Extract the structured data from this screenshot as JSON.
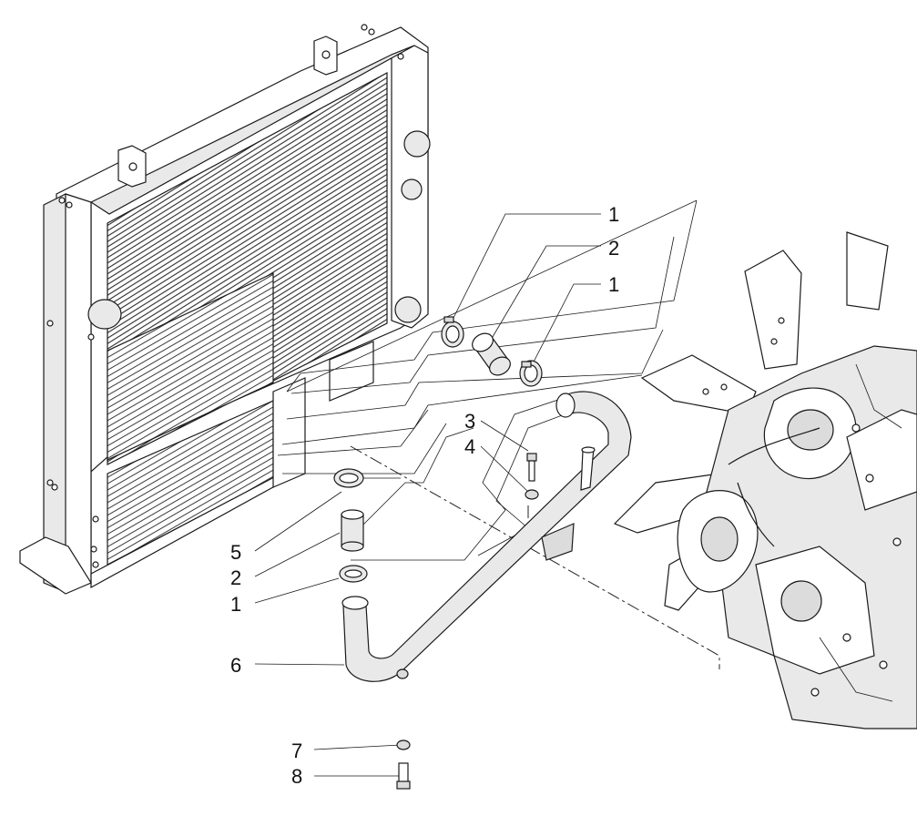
{
  "callouts": [
    {
      "id": "c1a",
      "label": "1"
    },
    {
      "id": "c2a",
      "label": "2"
    },
    {
      "id": "c1b",
      "label": "1"
    },
    {
      "id": "c3",
      "label": "3"
    },
    {
      "id": "c4",
      "label": "4"
    },
    {
      "id": "c5",
      "label": "5"
    },
    {
      "id": "c2b",
      "label": "2"
    },
    {
      "id": "c1c",
      "label": "1"
    },
    {
      "id": "c6",
      "label": "6"
    },
    {
      "id": "c7",
      "label": "7"
    },
    {
      "id": "c8",
      "label": "8"
    }
  ],
  "parts": {
    "radiator": "radiator-assembly",
    "engine": "engine-assembly",
    "pipe": "coolant-pipe"
  },
  "colors": {
    "line": "#1a1a1a",
    "part_fill": "#e9e9e9",
    "background": "#ffffff"
  }
}
